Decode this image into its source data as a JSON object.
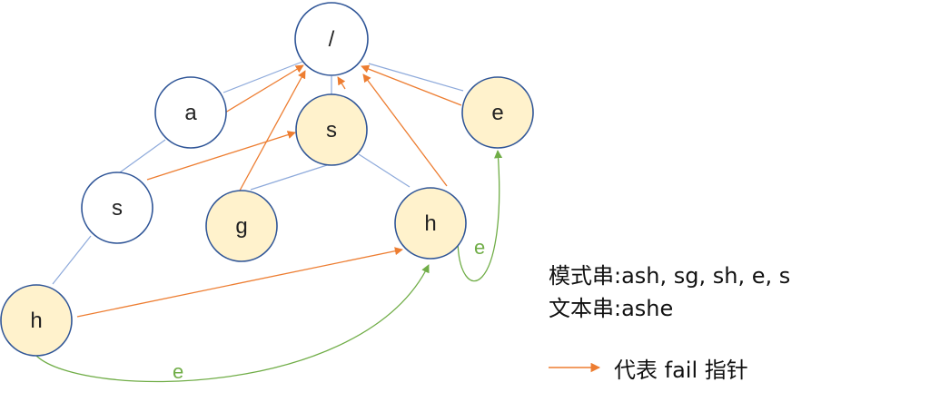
{
  "colors": {
    "node_stroke": "#2F5597",
    "node_fill_plain": "#FFFFFF",
    "node_fill_output": "#FFF2CC",
    "trie_edge": "#8EAADB",
    "fail_arrow": "#ED7D31",
    "match_arrow": "#70AD47"
  },
  "nodes": [
    {
      "id": "root",
      "label": "/",
      "filled": false
    },
    {
      "id": "a",
      "label": "a",
      "filled": false
    },
    {
      "id": "as",
      "label": "s",
      "filled": false
    },
    {
      "id": "ash",
      "label": "h",
      "filled": true
    },
    {
      "id": "s",
      "label": "s",
      "filled": true
    },
    {
      "id": "sg",
      "label": "g",
      "filled": true
    },
    {
      "id": "sh",
      "label": "h",
      "filled": true
    },
    {
      "id": "e",
      "label": "e",
      "filled": true
    }
  ],
  "trie_edges": [
    [
      "root",
      "a"
    ],
    [
      "root",
      "s"
    ],
    [
      "root",
      "e"
    ],
    [
      "a",
      "as"
    ],
    [
      "as",
      "ash"
    ],
    [
      "s",
      "sg"
    ],
    [
      "s",
      "sh"
    ]
  ],
  "fail_edges": [
    [
      "a",
      "root"
    ],
    [
      "as",
      "s"
    ],
    [
      "ash",
      "sh"
    ],
    [
      "s",
      "root"
    ],
    [
      "sg",
      "root"
    ],
    [
      "sh",
      "root"
    ],
    [
      "e",
      "root"
    ]
  ],
  "match_edges": [
    {
      "from": "ash",
      "to": "sh",
      "label": "e"
    },
    {
      "from": "sh",
      "to": "e",
      "label": "e"
    }
  ],
  "legend": {
    "patterns": "模式串:ash, sg, sh, e, s",
    "text": "文本串:ashe",
    "fail_pointer": "代表 fail 指针"
  }
}
